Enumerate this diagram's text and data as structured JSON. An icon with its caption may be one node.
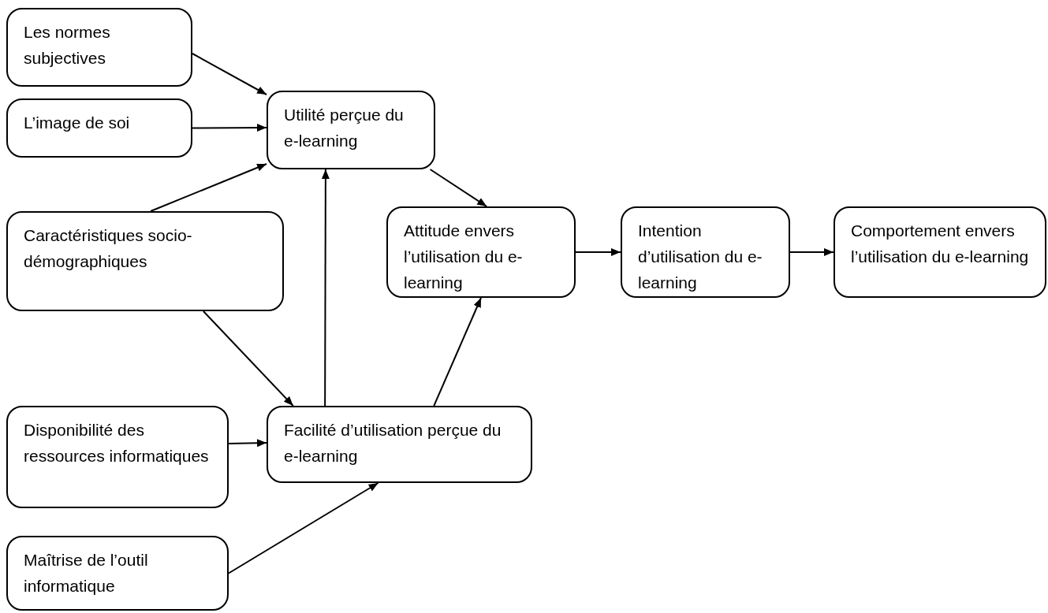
{
  "diagram": {
    "nodes": [
      {
        "text": [
          "Les normes subjectives"
        ]
      },
      {
        "text": [
          "L’image de soi"
        ]
      },
      {
        "text": [
          "Utilité perçue du e-learning"
        ]
      },
      {
        "text": [
          "Caractéristiques socio-démographiques"
        ]
      },
      {
        "text": [
          "Attitude envers l’utilisation du e-learning"
        ]
      },
      {
        "text": [
          "Intention d’utilisation du e-learning"
        ]
      },
      {
        "text": [
          "Comportement envers l’utilisation du e-learning"
        ]
      },
      {
        "text": [
          "Disponibilité des ressources informatiques"
        ]
      },
      {
        "text": [
          "Facilité d’utilisation perçue du e-learning"
        ]
      },
      {
        "text": [
          "Maîtrise de l’outil informatique"
        ]
      }
    ],
    "edges": [
      {
        "from": 0,
        "to": 2,
        "arrow": "to"
      },
      {
        "from": 1,
        "to": 2,
        "arrow": "to"
      },
      {
        "from": 3,
        "to": 2,
        "arrow": "to"
      },
      {
        "from": 2,
        "to": 4,
        "arrow": "to"
      },
      {
        "from": 4,
        "to": 5,
        "arrow": "to"
      },
      {
        "from": 5,
        "to": 6,
        "arrow": "to"
      },
      {
        "from": 3,
        "to": 8,
        "arrow": "to"
      },
      {
        "from": 8,
        "to": 2,
        "arrow": "to"
      },
      {
        "from": 8,
        "to": 4,
        "arrow": "to"
      },
      {
        "from": 7,
        "to": 8,
        "arrow": "to"
      },
      {
        "from": 9,
        "to": 8,
        "arrow": "to"
      }
    ]
  }
}
